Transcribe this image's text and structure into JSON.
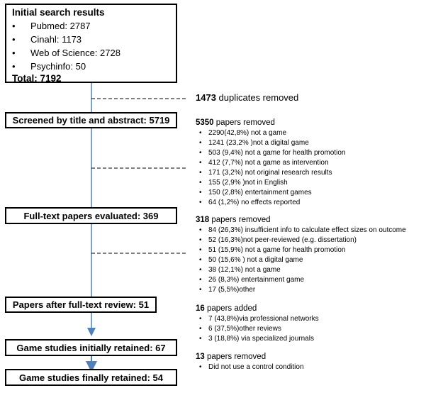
{
  "initial": {
    "title": "Initial search results",
    "items": [
      "Pubmed: 2787",
      "Cinahl: 1173",
      "Web of Science: 2728",
      "Psychinfo: 50"
    ],
    "total": "Total: 7192"
  },
  "duplicates": {
    "count": "1473",
    "text": " duplicates removed"
  },
  "screened": {
    "label": "Screened by title and abstract: 5719"
  },
  "removed1": {
    "count": "5350",
    "text": " papers removed",
    "items": [
      "2290(42,8%) not a game",
      "1241 (23,2% )not a digital game",
      "503 (9,4%) not a game for health promotion",
      "412 (7,7%) not a game as intervention",
      "171 (3,2%) not original research results",
      "155 (2,9% )not in English",
      "150 (2,8%) entertainment games",
      "64 (1,2%) no effects reported"
    ]
  },
  "fulltext": {
    "label": "Full-text papers evaluated: 369"
  },
  "removed2": {
    "count": "318",
    "text": " papers removed",
    "items": [
      "84 (26,3%) insufficient info to calculate effect sizes on outcome",
      "52 (16,3%)not peer-reviewed (e.g. dissertation)",
      "51 (15,9%) not a game for health promotion",
      "50 (15,6% ) not a digital game",
      "38 (12,1%) not a game",
      "26 (8,3%) entertainment game",
      "17 (5,5%)other"
    ]
  },
  "after_review": {
    "label": "Papers after full-text review: 51"
  },
  "added": {
    "count": "16",
    "text": " papers added",
    "items": [
      "7 (43,8%)via professional networks",
      "6 (37,5%)other reviews",
      "3 (18,8%) via specialized journals"
    ]
  },
  "initially": {
    "label": "Game studies initially retained: 67"
  },
  "removed3": {
    "count": "13",
    "text": " papers removed",
    "items": [
      "Did not use a control condition"
    ]
  },
  "finally": {
    "label": "Game studies finally retained: 54"
  },
  "colors": {
    "connector": "#4f81bd",
    "border": "#000000"
  }
}
